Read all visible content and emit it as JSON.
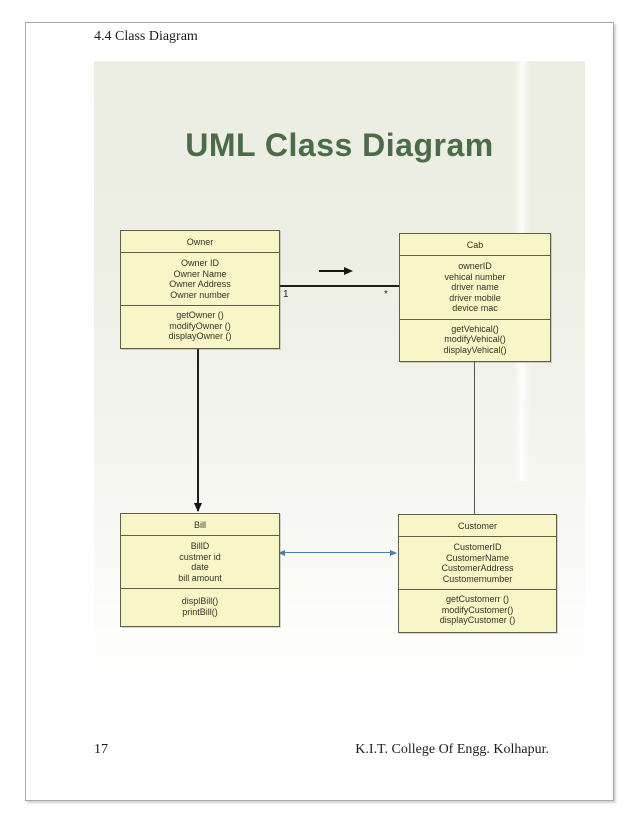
{
  "page": {
    "heading": "4.4 Class Diagram",
    "footer": {
      "page_number": "17",
      "institution": "K.I.T. College Of Engg. Kolhapur."
    }
  },
  "diagram": {
    "title": "UML Class Diagram",
    "colors": {
      "title_green": "#4c6b48",
      "class_box_fill": "#f8f6c6",
      "class_box_border": "#5f5f49",
      "connector_black": "#1f1f1f",
      "connector_blue": "#4d80a8",
      "canvas_tint": "#eceee2"
    },
    "classes": [
      {
        "name": "Owner",
        "attributes": [
          "Owner ID",
          "Owner Name",
          "Owner Address",
          "Owner number"
        ],
        "methods": [
          "getOwner ()",
          "modifyOwner ()",
          "displayOwner ()"
        ]
      },
      {
        "name": "Cab",
        "attributes": [
          "ownerID",
          "vehical number",
          "driver name",
          "driver mobile",
          "device mac"
        ],
        "methods": [
          "getVehical()",
          "modifyVehical()",
          "displayVehical()"
        ]
      },
      {
        "name": "Bill",
        "attributes": [
          "BillD",
          "custmer id",
          "date",
          "bill amount"
        ],
        "methods": [
          "displBill()",
          "printBill()"
        ]
      },
      {
        "name": "Customer",
        "attributes": [
          "CustomerID",
          "CustomerName",
          "CustomerAddress",
          "Customernumber"
        ],
        "methods": [
          "getCustomerr ()",
          "modifyCustomer()",
          "displayCustomer ()"
        ]
      }
    ],
    "associations": {
      "owner_cab": {
        "from_multiplicity": "1",
        "to_multiplicity": "*"
      }
    }
  }
}
